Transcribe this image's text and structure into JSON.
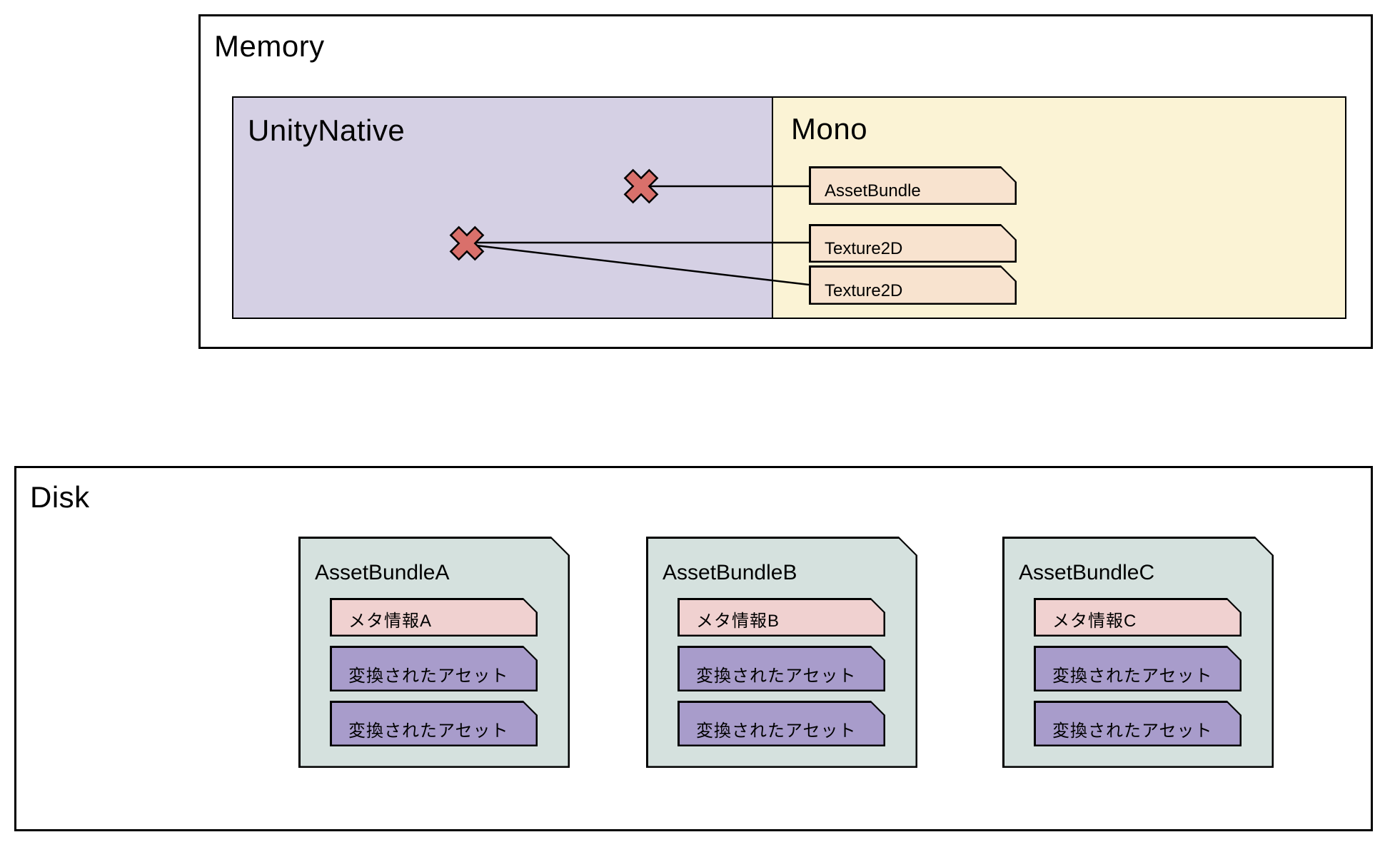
{
  "memory": {
    "title": "Memory",
    "unity_native": {
      "label": "UnityNative"
    },
    "mono": {
      "label": "Mono",
      "boxes": [
        {
          "label": "AssetBundle"
        },
        {
          "label": "Texture2D"
        },
        {
          "label": "Texture2D"
        }
      ]
    },
    "x_mark_count": 2
  },
  "disk": {
    "title": "Disk",
    "bundles": [
      {
        "name": "AssetBundleA",
        "meta": "メタ情報A",
        "assets": [
          "変換されたアセット",
          "変換されたアセット"
        ]
      },
      {
        "name": "AssetBundleB",
        "meta": "メタ情報B",
        "assets": [
          "変換されたアセット",
          "変換されたアセット"
        ]
      },
      {
        "name": "AssetBundleC",
        "meta": "メタ情報C",
        "assets": [
          "変換されたアセット",
          "変換されたアセット"
        ]
      }
    ]
  },
  "colors": {
    "unity_native_bg": "#d5d0e4",
    "mono_bg": "#fbf3d5",
    "memory_object_bg": "#f8e3cf",
    "bundle_file_bg": "#d5e1de",
    "meta_info_bg": "#f0d1d0",
    "converted_asset_bg": "#a89ccb",
    "x_mark_fill": "#d9706b",
    "line_color": "#000000",
    "background": "#ffffff"
  }
}
